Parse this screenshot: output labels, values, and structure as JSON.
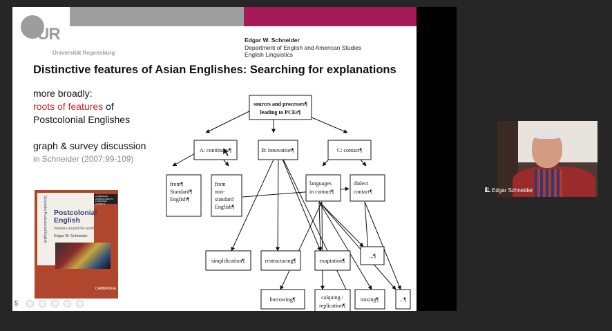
{
  "slide": {
    "logo_text": "UR",
    "university": "Universität Regensburg",
    "author": "Edgar W. Schneider",
    "dept": "Department of English and American Studies",
    "subdept": "English Linguistics",
    "title": "Distinctive features of Asian Englishes: Searching for explanations",
    "text_line1": "more broadly:",
    "text_red": "roots of features",
    "text_of": " of",
    "text_line3": "Postcolonial Englishes",
    "text_line4": "graph & survey discussion",
    "text_cite": "in Schneider (2007:99-109)",
    "page_number": "5"
  },
  "book": {
    "spine": "Schneider Postcolonial English",
    "title1": "Postcolonial",
    "title2": "English",
    "subtitle": "Varieties around the world",
    "author": "Edgar W. Schneider",
    "badge": "CAMBRIDGE APPROACHES TO LANGUAGE CONTACT",
    "publisher": "CAMBRIDGE"
  },
  "diagram": {
    "root_l1": "sources and processes¶",
    "root_l2": "leading to PCEs¶",
    "a": "A: continuity¶",
    "b": "B: innovation¶",
    "c": "C: contact¶",
    "fs1": "from¶",
    "fs2": "Standard¶",
    "fs3": "English¶",
    "fn1": "from",
    "fn2": "non-",
    "fn3": "standard",
    "fn4": "English¶",
    "lc1": "languages",
    "lc2": "in contact¶",
    "dc1": "dialect",
    "dc2": "contact¶",
    "simp": "simplification¶",
    "restr": "restructuring¶",
    "exap": "exaptation¶",
    "dots1": "...¶",
    "borrow": "borrowing¶",
    "calq1": "calquing /",
    "calq2": "replication¶",
    "mixing": "mixing¶",
    "dots2": "...¶"
  },
  "video": {
    "participant": "Edgar Schneider"
  }
}
